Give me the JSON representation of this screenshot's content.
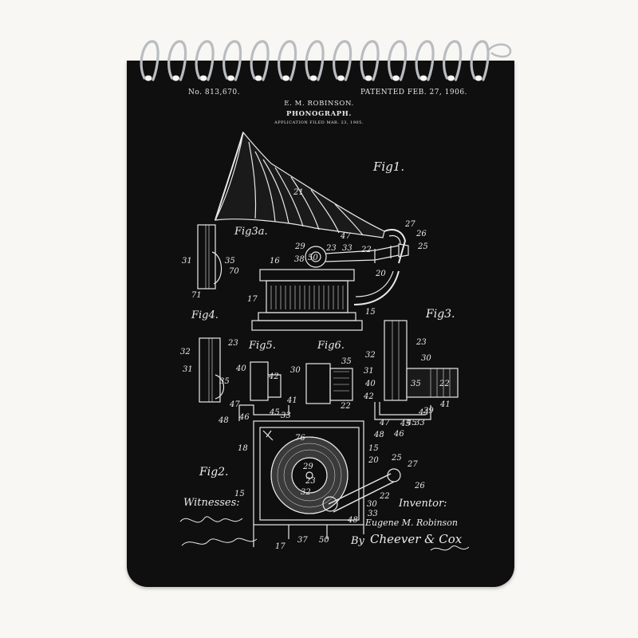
{
  "notepad": {
    "colors": {
      "page_bg": "#f8f7f3",
      "cover": "#0f0f0f",
      "ink": "#e8e8e8",
      "spiral": "#b9bcc0"
    }
  },
  "patent": {
    "number": "No. 813,670.",
    "date": "PATENTED FEB. 27, 1906.",
    "inventor": "E. M. ROBINSON.",
    "title": "PHONOGRAPH.",
    "filed": "APPLICATION FILED MAR. 23, 1905."
  },
  "figures": {
    "fig1": "Fig1.",
    "fig2": "Fig2.",
    "fig3": "Fig3.",
    "fig3a": "Fig3a.",
    "fig4": "Fig4.",
    "fig5": "Fig5.",
    "fig6": "Fig6."
  },
  "signatures": {
    "witnesses_label": "Witnesses:",
    "inventor_label": "Inventor:",
    "inventor_name": "Eugene M. Robinson",
    "by": "By",
    "attorney": "Cheever & Cox"
  },
  "callouts": [
    "21",
    "27",
    "26",
    "25",
    "29",
    "47",
    "38",
    "50",
    "23",
    "33",
    "22",
    "16",
    "20",
    "17",
    "15",
    "31",
    "35",
    "70",
    "71",
    "32",
    "23",
    "31",
    "35",
    "40",
    "42",
    "30",
    "35",
    "22",
    "47",
    "48",
    "46",
    "45",
    "33",
    "41",
    "32",
    "23",
    "30",
    "31",
    "35",
    "22",
    "40",
    "42",
    "45",
    "44",
    "39",
    "41",
    "47",
    "48",
    "46",
    "45",
    "33",
    "76",
    "18",
    "15",
    "29",
    "23",
    "32",
    "25",
    "27",
    "26",
    "15",
    "20",
    "22",
    "30",
    "33",
    "48",
    "17",
    "37",
    "50"
  ]
}
